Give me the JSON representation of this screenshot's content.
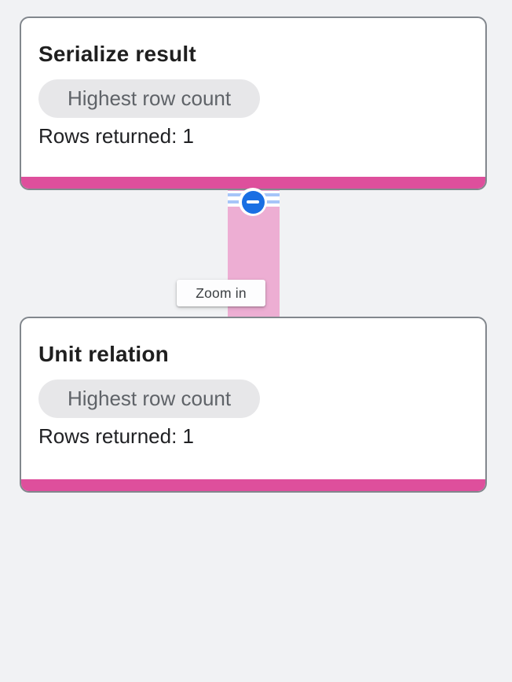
{
  "graph": {
    "nodes": [
      {
        "id": "serialize-result",
        "title": "Serialize result",
        "badge": "Highest row count",
        "rows_label": "Rows returned: 1",
        "accent_color": "#de4f9c"
      },
      {
        "id": "unit-relation",
        "title": "Unit relation",
        "badge": "Highest row count",
        "rows_label": "Rows returned: 1",
        "accent_color": "#de4f9c"
      }
    ],
    "edge": {
      "from": "serialize-result",
      "to": "unit-relation",
      "color": "#edaed3",
      "collapse_icon": "minus-icon",
      "collapse_button_color": "#1a6fe3",
      "stripe_color": "#a6c5f8"
    },
    "tooltip": {
      "label": "Zoom in"
    },
    "colors": {
      "canvas_background": "#f1f2f4",
      "card_background": "#ffffff",
      "card_border": "#82878d",
      "badge_background": "#e7e7e9",
      "badge_text": "#5f6368",
      "title_text": "#1f1f1f"
    }
  }
}
